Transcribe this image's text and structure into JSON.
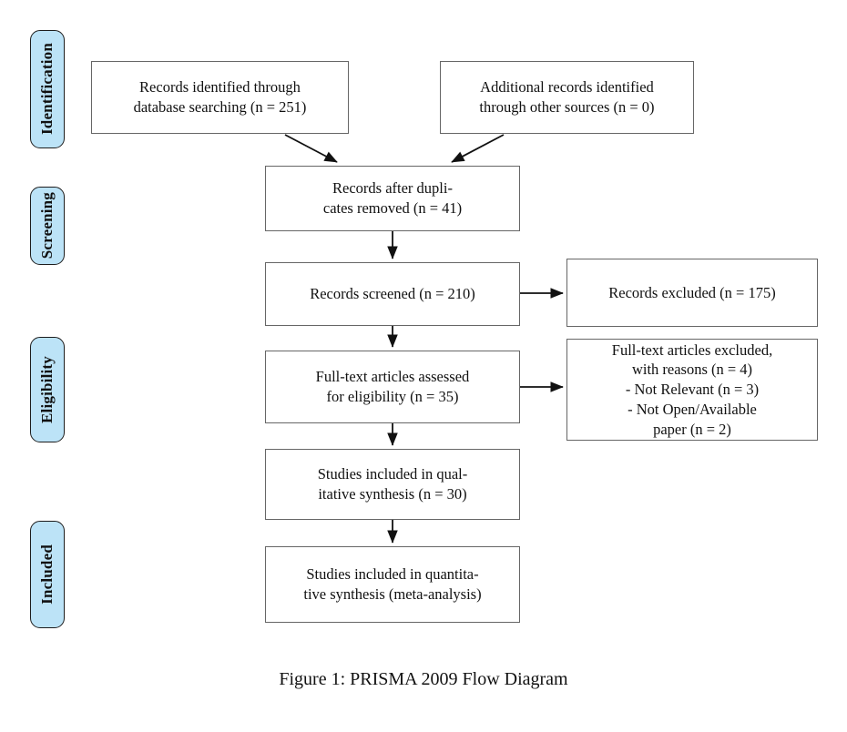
{
  "figure": {
    "caption": "Figure 1: PRISMA 2009 Flow Diagram",
    "line_color": "#666666",
    "arrow_color": "#111111",
    "pill_fill": "#bce3f7",
    "pill_border": "#1d1d1d"
  },
  "stages": [
    {
      "label": "Identification"
    },
    {
      "label": "Screening"
    },
    {
      "label": "Eligibility"
    },
    {
      "label": "Included"
    }
  ],
  "boxes": {
    "records_database": "Records identified through\ndatabase searching (n = 251)",
    "records_other": "Additional records identified\nthrough other sources (n = 0)",
    "duplicates_removed": "Records after dupli-\ncates removed (n = 41)",
    "records_screened": "Records screened (n = 210)",
    "records_excluded": "Records excluded (n = 175)",
    "fulltext_assessed": "Full-text articles assessed\nfor eligibility (n = 35)",
    "fulltext_excluded": "Full-text articles excluded,\nwith reasons (n = 4)\n- Not Relevant (n = 3)\n- Not Open/Available\npaper (n = 2)",
    "qualitative_synthesis": "Studies included in qual-\nitative synthesis (n = 30)",
    "quantitative_synthesis": "Studies included in quantita-\ntive synthesis (meta-analysis)"
  }
}
